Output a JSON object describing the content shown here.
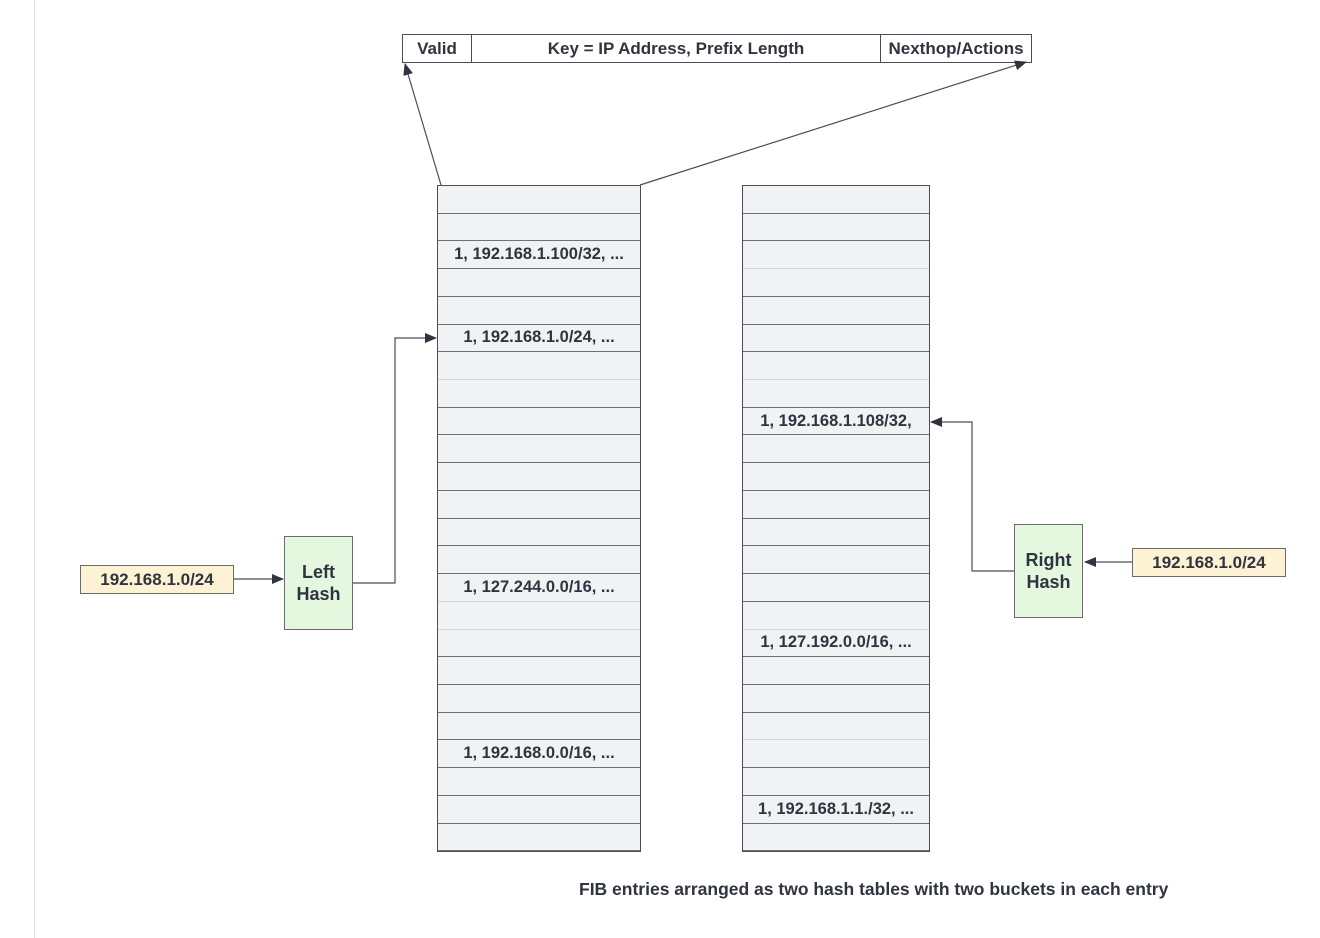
{
  "header": {
    "valid": "Valid",
    "key": "Key = IP Address, Prefix Length",
    "nexthop": "Nexthop/Actions"
  },
  "left_table": {
    "rows": [
      "",
      "",
      "1, 192.168.1.100/32, ...",
      "",
      "",
      "1, 192.168.1.0/24, ...",
      "",
      "",
      "",
      "",
      "",
      "",
      "",
      "",
      "1, 127.244.0.0/16, ...",
      "",
      "",
      "",
      "",
      "",
      "1, 192.168.0.0/16, ...",
      "",
      "",
      "",
      ""
    ]
  },
  "right_table": {
    "rows": [
      "",
      "",
      "",
      "",
      "",
      "",
      "",
      "",
      "1, 192.168.1.108/32,",
      "",
      "",
      "",
      "",
      "",
      "",
      "",
      "1, 127.192.0.0/16, ...",
      "",
      "",
      "",
      "",
      "",
      "1, 192.168.1.1./32, ...",
      "",
      ""
    ]
  },
  "left_input": "192.168.1.0/24",
  "right_input": "192.168.1.0/24",
  "left_hash": [
    "Left",
    "Hash"
  ],
  "right_hash": [
    "Right",
    "Hash"
  ],
  "caption": "FIB entries arranged as two hash tables with two buckets in each entry"
}
